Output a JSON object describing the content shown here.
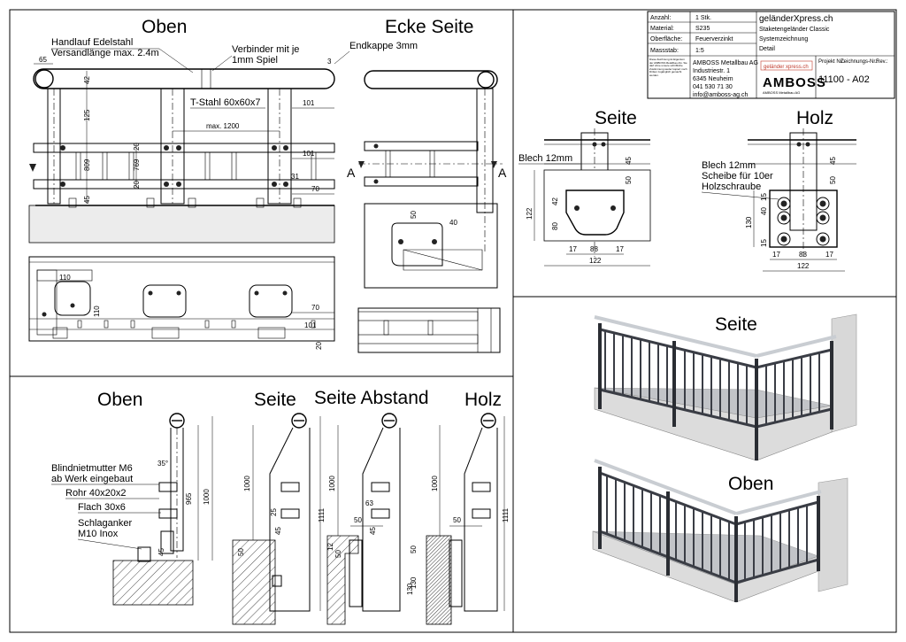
{
  "top_left": {
    "view_oben": "Oben",
    "view_ecke_seite": "Ecke Seite",
    "label_handlauf_1": "Handlauf Edelstahl",
    "label_handlauf_2": "Versandlänge max. 2.4m",
    "label_verbinder_1": "Verbinder mit je",
    "label_verbinder_2": "1mm Spiel",
    "label_endkappe": "Endkappe 3mm",
    "label_tstahl": "T-Stahl 60x60x7",
    "label_max": "max. 1200",
    "section_a_left": "A",
    "section_a_right": "A",
    "dims": {
      "d65": "65",
      "d42": "42",
      "d125": "125",
      "d809": "809",
      "d769": "769",
      "d20a": "20",
      "d20b": "20",
      "d45": "45",
      "d3": "3",
      "d101a": "101",
      "d101b": "101",
      "d31": "31",
      "d70a": "70",
      "d50": "50",
      "d40": "40",
      "d110a": "110",
      "d110b": "110",
      "d70b": "70",
      "d101c": "101",
      "d20c": "20"
    }
  },
  "title_block": {
    "anzahl_label": "Anzahl:",
    "anzahl_value": "1 Stk.",
    "material_label": "Material:",
    "material_value": "S235",
    "oberflaeche_label": "Oberfläche:",
    "oberflaeche_value": "Feuerverzinkt",
    "massstab_label": "Massstab:",
    "massstab_value": "1:5",
    "brand": "geländerXpress.ch",
    "product_1": "Staketengeländer Classic",
    "product_2": "Systemzeichnung",
    "product_3": "Detail",
    "company": "AMBOSS Metallbau AG",
    "street": "Industriestr. 1",
    "city": "6345 Neuheim",
    "phone": "041 530 71 30",
    "email": "info@amboss-ag.ch",
    "logo_small": "geländer xpress.ch",
    "logo_main": "AMBOSS",
    "logo_sub": "AMBOSS Metallbau AG",
    "proj_label": "Projekt Nr.:",
    "zeich_label": "Zeichnungs-Nr.:",
    "rev_label": "Rev.:",
    "drawing_no": "11100 - A02",
    "note_text": "Diese Zeichnung ist Eigentum der AMBOSS Metallbau AG. Sie darf ohne unsere schriftliche Zustimmung weder kopiert noch Dritten zugänglich gemacht werden."
  },
  "top_right": {
    "view_seite": "Seite",
    "view_holz": "Holz",
    "label_blech": "Blech 12mm",
    "label_blech2": "Blech 12mm",
    "label_scheibe": "Scheibe für 10er",
    "label_holzschraube": "Holzschraube",
    "dims": {
      "s45": "45",
      "s50": "50",
      "s42": "42",
      "s80": "80",
      "s122h": "122",
      "s17a": "17",
      "s88": "88",
      "s17b": "17",
      "s122w": "122",
      "h45": "45",
      "h40": "40",
      "h15a": "15",
      "h130": "130",
      "h15b": "15",
      "h17a": "17",
      "h88": "88",
      "h17b": "17",
      "h122": "122",
      "h50": "50"
    }
  },
  "bottom_left": {
    "view_oben": "Oben",
    "view_seite": "Seite",
    "view_abstand": "Seite Abstand",
    "view_holz": "Holz",
    "label_blindniet_1": "Blindnietmutter M6",
    "label_blindniet_2": "ab Werk eingebaut",
    "label_rohr": "Rohr 40x20x2",
    "label_flach": "Flach 30x6",
    "label_schlag_1": "Schlaganker",
    "label_schlag_2": "M10 Inox",
    "dims": {
      "o35": "35°",
      "o965": "965",
      "o1000": "1000",
      "o45": "45",
      "s1000": "1000",
      "s1111": "1111",
      "s25": "25",
      "s45": "45",
      "s50": "50",
      "a1000": "1000",
      "a63": "63",
      "a50": "50",
      "a45": "45",
      "a12": "12",
      "a50b": "50",
      "a130": "130",
      "h1000": "1000",
      "h1111": "1111",
      "h50": "50",
      "h50b": "50",
      "h130": "130"
    }
  },
  "bottom_right": {
    "view_seite": "Seite",
    "view_oben": "Oben"
  }
}
